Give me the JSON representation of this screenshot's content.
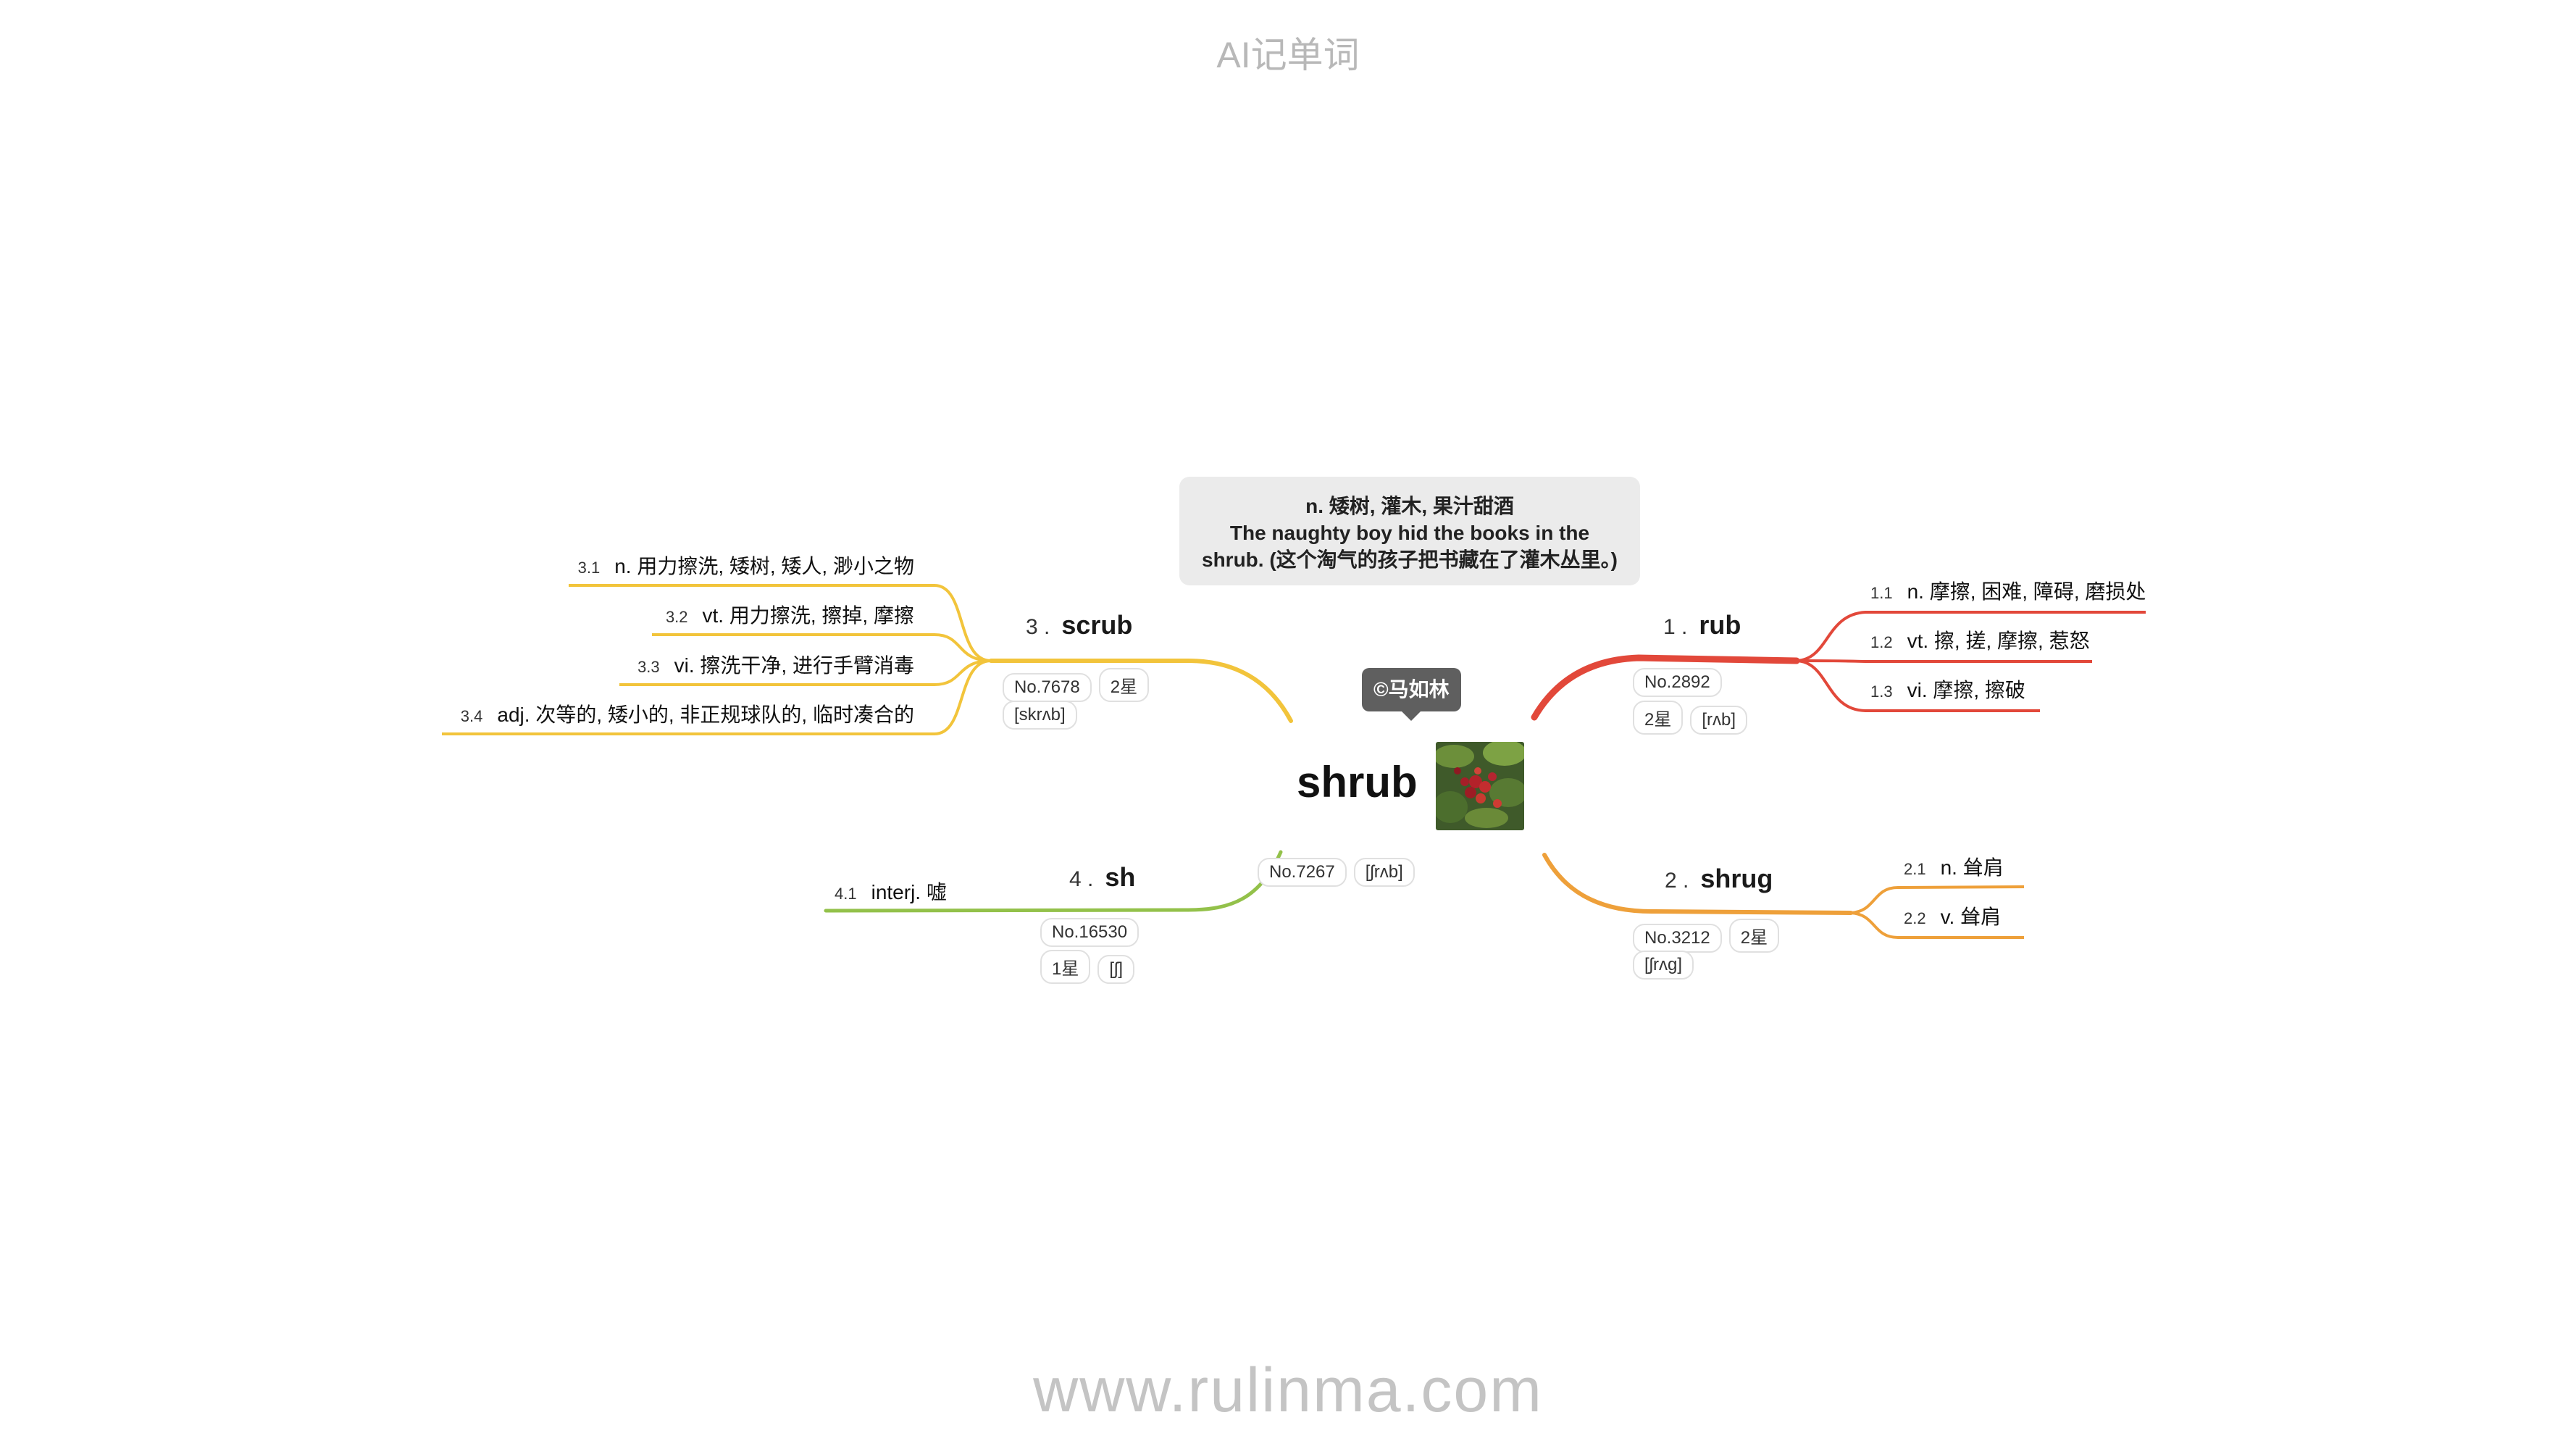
{
  "header": {
    "title": "AI记单词"
  },
  "footer": {
    "url": "www.rulinma.com"
  },
  "center": {
    "word": "shrub",
    "image_icon": "berry-bush-photo",
    "tags": [
      "No.7267",
      "[ʃrʌb]"
    ],
    "credit": "©马如林"
  },
  "callout": {
    "line1": "n. 矮树, 灌木, 果汁甜酒",
    "line2": "The naughty boy hid the books in the",
    "line3": "shrub. (这个淘气的孩子把书藏在了灌木丛里。)"
  },
  "colors": {
    "red": "#e2483a",
    "orange": "#eea03a",
    "yellow": "#f2c43b",
    "green": "#93c14a"
  },
  "branches": [
    {
      "num": "1 .",
      "word": "rub",
      "color": "#e2483a",
      "tags": [
        "No.2892",
        "2星",
        "[rʌb]"
      ],
      "subs": [
        {
          "idx": "1.1",
          "text": "n. 摩擦, 困难, 障碍, 磨损处"
        },
        {
          "idx": "1.2",
          "text": "vt. 擦, 搓, 摩擦, 惹怒"
        },
        {
          "idx": "1.3",
          "text": "vi. 摩擦, 擦破"
        }
      ]
    },
    {
      "num": "2 .",
      "word": "shrug",
      "color": "#eea03a",
      "tags": [
        "No.3212",
        "2星",
        "[ʃrʌg]"
      ],
      "subs": [
        {
          "idx": "2.1",
          "text": "n. 耸肩"
        },
        {
          "idx": "2.2",
          "text": "v. 耸肩"
        }
      ]
    },
    {
      "num": "3 .",
      "word": "scrub",
      "color": "#f2c43b",
      "tags": [
        "No.7678",
        "2星",
        "[skrʌb]"
      ],
      "subs": [
        {
          "idx": "3.1",
          "text": "n. 用力擦洗, 矮树, 矮人, 渺小之物"
        },
        {
          "idx": "3.2",
          "text": "vt. 用力擦洗, 擦掉, 摩擦"
        },
        {
          "idx": "3.3",
          "text": "vi. 擦洗干净, 进行手臂消毒"
        },
        {
          "idx": "3.4",
          "text": "adj. 次等的, 矮小的, 非正规球队的, 临时凑合的"
        }
      ]
    },
    {
      "num": "4 .",
      "word": "sh",
      "color": "#93c14a",
      "tags": [
        "No.16530",
        "1星",
        "[ʃ]"
      ],
      "subs": [
        {
          "idx": "4.1",
          "text": "interj. 嘘"
        }
      ]
    }
  ]
}
